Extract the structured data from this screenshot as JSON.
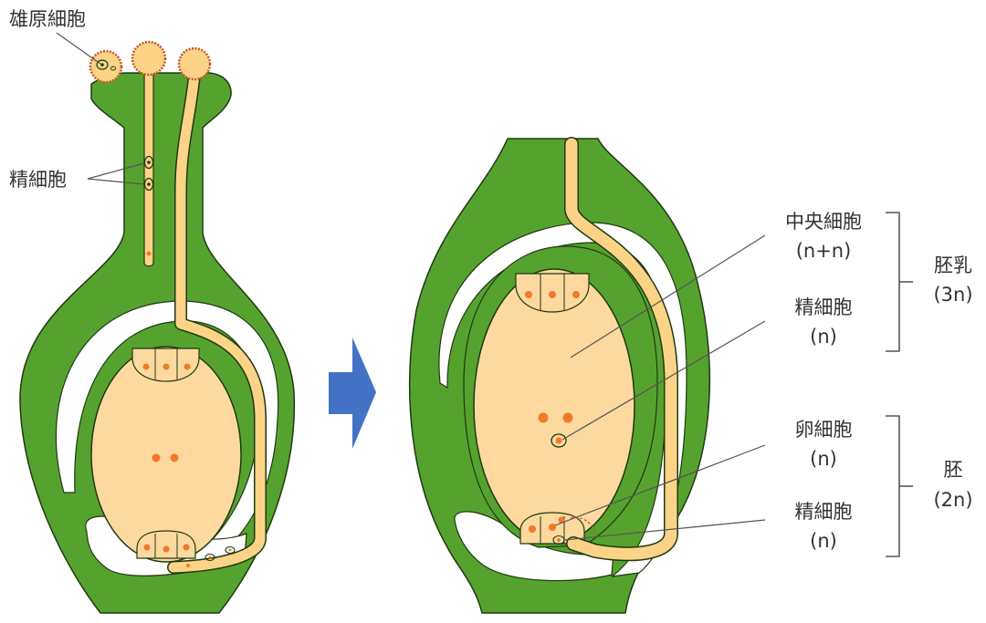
{
  "labels": {
    "generative_cell": "雄原細胞",
    "sperm_cells_left": "精細胞",
    "central_cell": "中央細胞",
    "central_cell_ploidy": "(n+n)",
    "sperm_cell_upper": "精細胞",
    "sperm_cell_upper_ploidy": "(n)",
    "egg_cell": "卵細胞",
    "egg_cell_ploidy": "(n)",
    "sperm_cell_lower": "精細胞",
    "sperm_cell_lower_ploidy": "(n)",
    "endosperm": "胚乳",
    "endosperm_ploidy": "(3n)",
    "embryo": "胚",
    "embryo_ploidy": "(2n)"
  },
  "colors": {
    "tissue_green": "#56a22f",
    "tissue_outline": "#1e3a10",
    "sac_fill": "#fdd9a0",
    "tube_fill": "#fcd387",
    "nucleus": "#f07a2a",
    "arrow_blue": "#4472c4",
    "pollen_fringe": "#c0562e",
    "leader_line": "#555555"
  }
}
